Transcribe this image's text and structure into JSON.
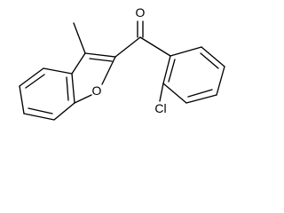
{
  "molecule": {
    "atom_labels": {
      "carbonyl_oxygen": "O",
      "furan_oxygen": "O",
      "chlorine": "Cl"
    }
  }
}
